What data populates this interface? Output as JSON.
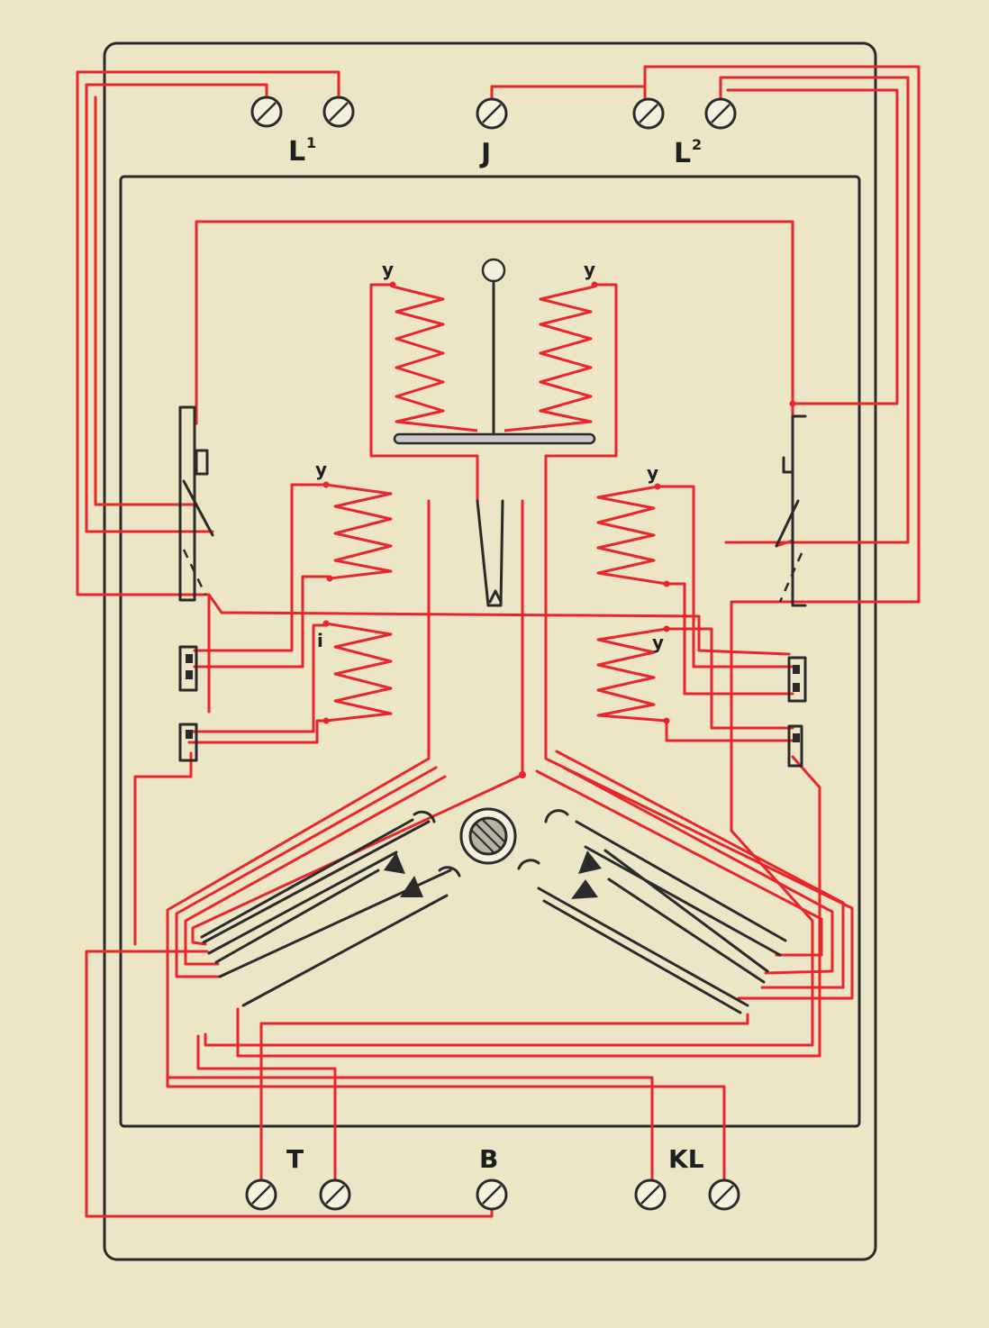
{
  "diagram": {
    "terminals_top": [
      {
        "id": "l1",
        "label": "L",
        "sup": "1"
      },
      {
        "id": "j",
        "label": "J",
        "sup": ""
      },
      {
        "id": "l2",
        "label": "L",
        "sup": "2"
      }
    ],
    "terminals_bottom": [
      {
        "id": "t",
        "label": "T"
      },
      {
        "id": "b",
        "label": "B"
      },
      {
        "id": "kl",
        "label": "KL"
      }
    ],
    "coil_labels": {
      "top_left": "y",
      "top_right": "y",
      "mid_left": "y",
      "mid_right": "y",
      "low_left": "i",
      "low_right": "y"
    },
    "colors": {
      "wire": "#e8262b",
      "ink": "#2b2b2b",
      "paper": "#ece5c6"
    }
  }
}
